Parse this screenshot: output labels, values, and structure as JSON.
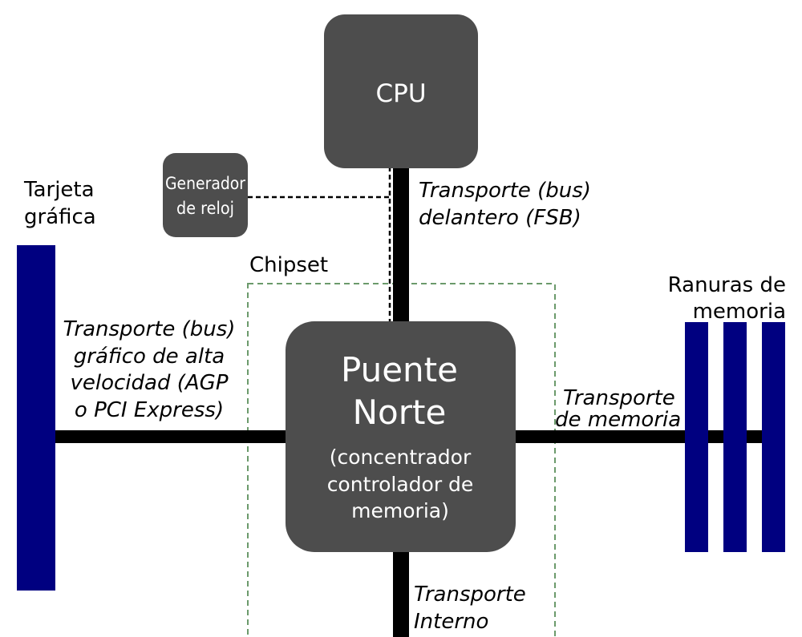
{
  "colors": {
    "box_fill": "#4d4d4d",
    "slot_fill": "#000080",
    "bus_line": "#000000",
    "chipset_border": "#6b9a6b",
    "box_text": "#ffffff"
  },
  "cpu": {
    "label": "CPU"
  },
  "clock": {
    "line1": "Generador",
    "line2": "de reloj"
  },
  "north_bridge": {
    "title_line1": "Puente",
    "title_line2": "Norte",
    "sub_line1": "(concentrador",
    "sub_line2": "controlador de",
    "sub_line3": "memoria)"
  },
  "chipset": {
    "label": "Chipset"
  },
  "graphics_card": {
    "line1": "Tarjeta",
    "line2": "gráfica"
  },
  "memory_slots": {
    "line1": "Ranuras de",
    "line2": "memoria",
    "count": 3
  },
  "buses": {
    "fsb_line1": "Transporte (bus)",
    "fsb_line2": "delantero (FSB)",
    "agp_line1": "Transporte (bus)",
    "agp_line2": "gráfico de alta",
    "agp_line3": "velocidad (AGP",
    "agp_line4": "o PCI Express)",
    "memory_line1": "Transporte",
    "memory_line2": "de memoria",
    "internal_line1": "Transporte",
    "internal_line2": "Interno"
  }
}
